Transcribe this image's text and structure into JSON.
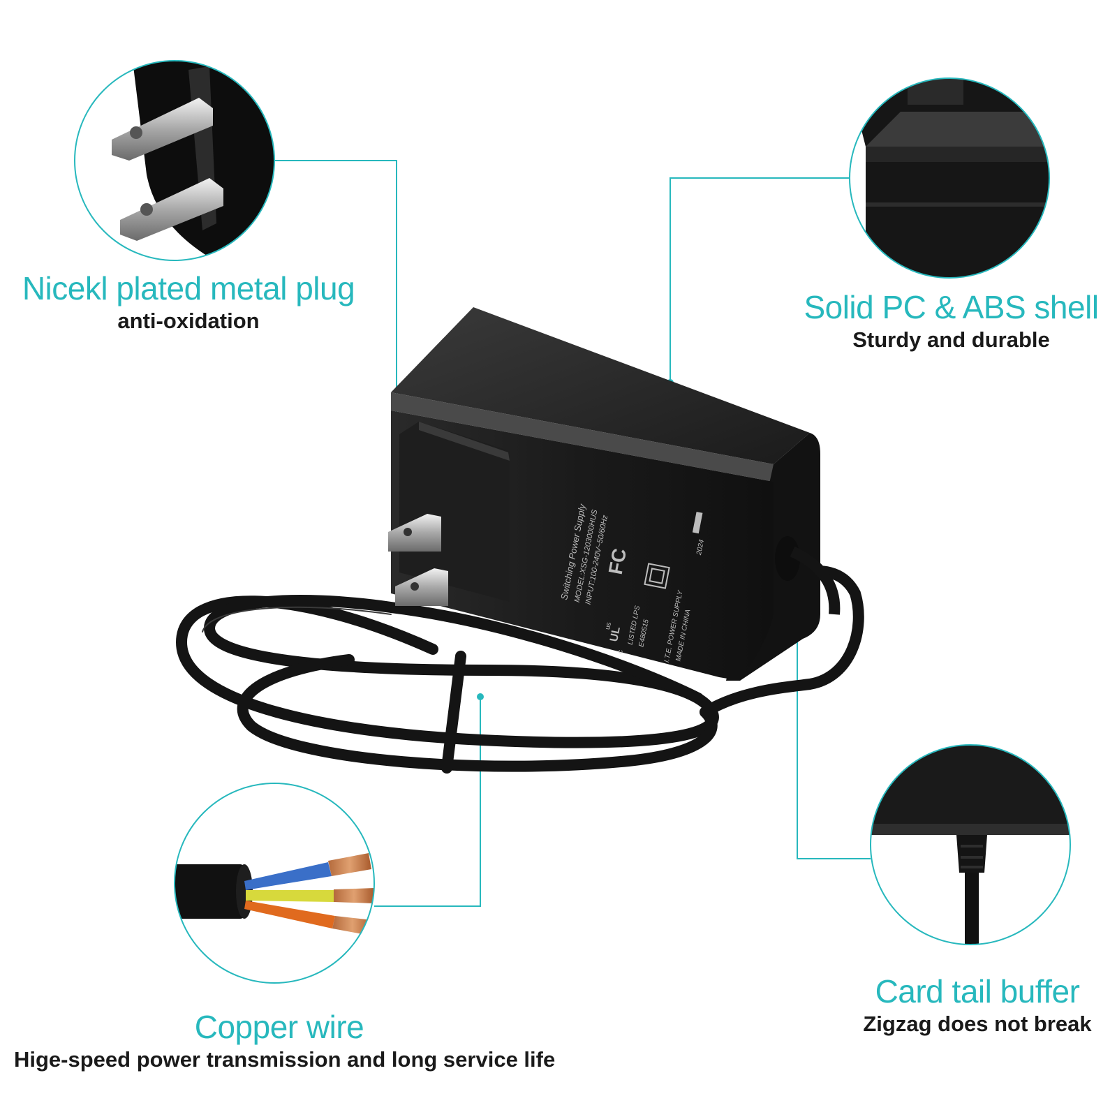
{
  "accent_color": "#27b8bd",
  "features": {
    "plug": {
      "title": "Nicekl plated metal plug",
      "subtitle": "anti-oxidation",
      "icon": "metal-plug-icon"
    },
    "shell": {
      "title": "Solid PC & ABS shell",
      "subtitle": "Sturdy and durable",
      "icon": "shell-corner-icon"
    },
    "wire": {
      "title": "Copper wire",
      "subtitle": "Hige-speed power transmission and long service life",
      "icon": "copper-wire-icon"
    },
    "tail": {
      "title": "Card tail buffer",
      "subtitle": "Zigzag does not break",
      "icon": "tail-buffer-icon"
    }
  },
  "adapter_label": {
    "line1": "Switching Power Supply",
    "line2": "MODEL:XSG-1203000HUS",
    "line3": "INPUT:100-240V~50/60Hz",
    "fc": "FC",
    "listed": "LISTED LPS",
    "file_no": "E480515",
    "ite": "I.T.E. POWER SUPPLY",
    "made": "MADE IN CHINA",
    "year": "2024",
    "ul": "UL",
    "c": "c",
    "us": "us"
  }
}
